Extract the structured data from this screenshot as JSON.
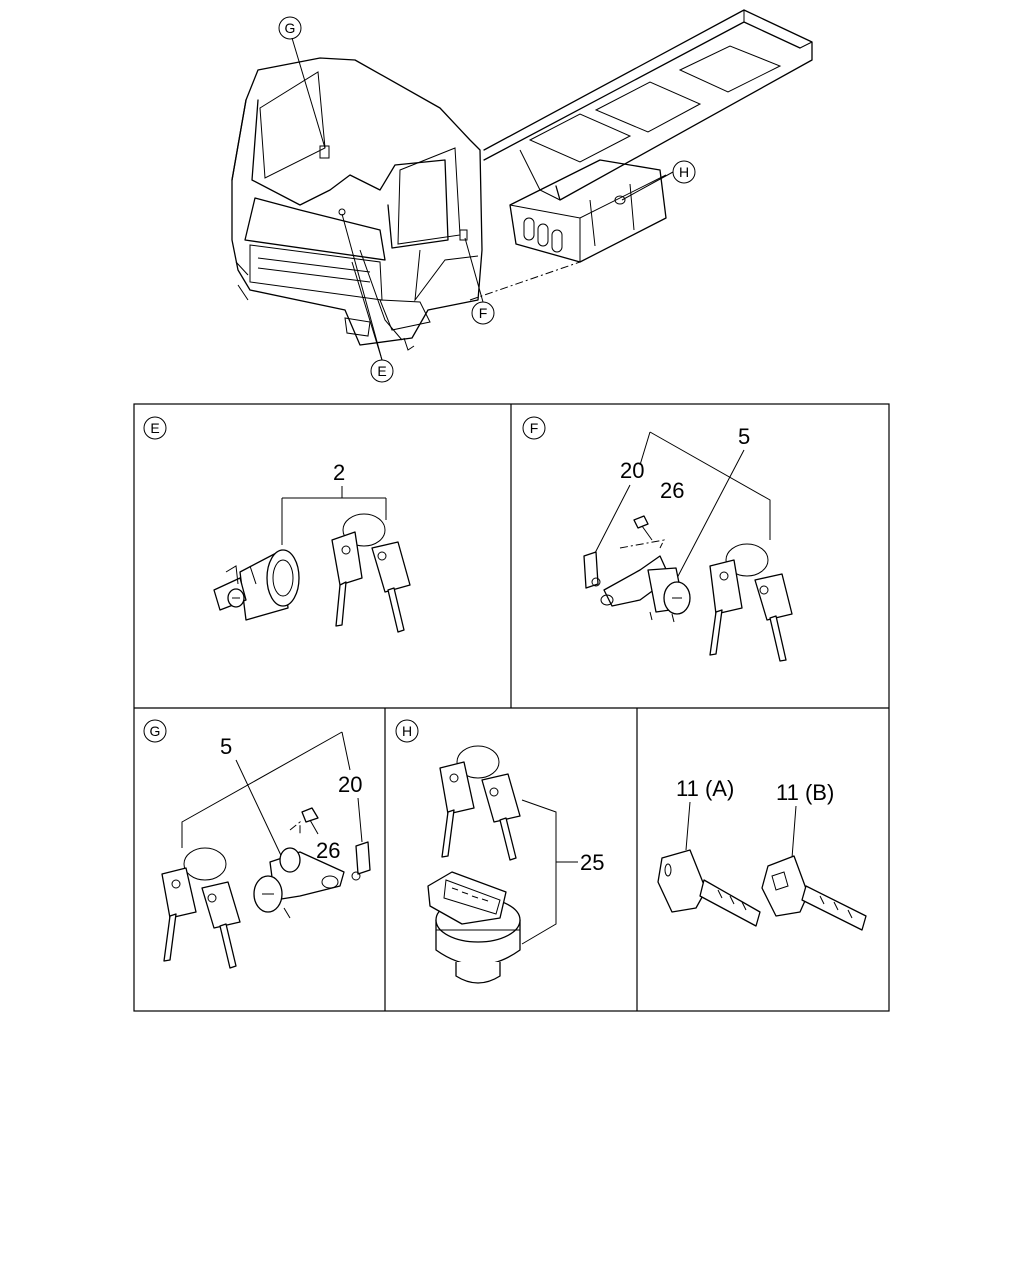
{
  "callouts": {
    "g": "G",
    "h": "H",
    "f": "F",
    "e": "E"
  },
  "panels": {
    "e": {
      "letter": "E",
      "parts": [
        "2"
      ]
    },
    "f": {
      "letter": "F",
      "parts": [
        "20",
        "26",
        "5"
      ]
    },
    "g": {
      "letter": "G",
      "parts": [
        "5",
        "20",
        "26"
      ]
    },
    "h": {
      "letter": "H",
      "parts": [
        "25"
      ]
    },
    "keys": {
      "parts": [
        "11 (A)",
        "11 (B)"
      ]
    }
  }
}
